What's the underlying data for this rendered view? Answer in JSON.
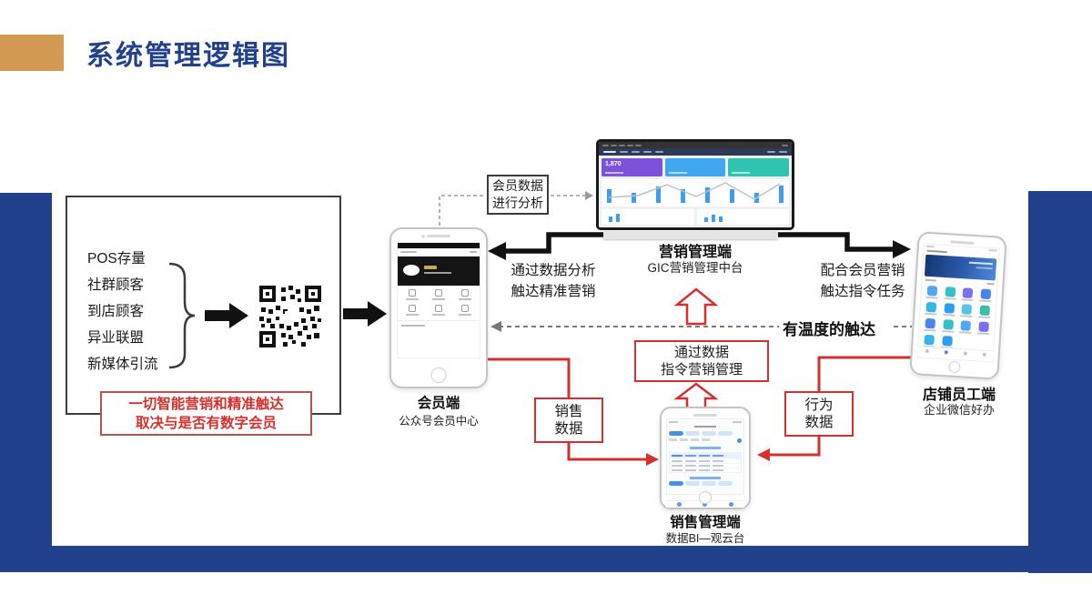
{
  "title": "系统管理逻辑图",
  "colors": {
    "navy": "#21418c",
    "accent_orange": "#d49a53",
    "accent_red": "#d5302e",
    "chart_blue": "#3f9df0"
  },
  "left_panel": {
    "sources": [
      "POS存量",
      "社群顾客",
      "到店顾客",
      "异业联盟",
      "新媒体引流"
    ],
    "note_line1": "一切智能营销和精准触达",
    "note_line2": "取决与是否有数字会员"
  },
  "member": {
    "name": "会员端",
    "subtitle": "公众号会员中心"
  },
  "marketing": {
    "name": "营销管理端",
    "subtitle": "GIC营销管理中台",
    "kpi_value": "1,870",
    "kpi_colors": [
      "#7b52d9",
      "#41a6f0",
      "#2ec4b0"
    ],
    "chart_bars": [
      15,
      11,
      18,
      15,
      17,
      15,
      11,
      19
    ],
    "mini_bars_left": [
      6,
      9
    ],
    "mini_bars_right": [
      5,
      8,
      6
    ]
  },
  "staff": {
    "name": "店铺员工端",
    "subtitle": "企业微信好办",
    "icon_colors": [
      "#52a7f0",
      "#37c0c3",
      "#7b6ff0",
      "#4a84ee",
      "#35b7e8",
      "#2f9ef2",
      "#56c2e8",
      "#3bbfa9",
      "#4a84ee",
      "#37c0c3",
      "#52a7f0",
      "#7b6ff0",
      "#35b7e8",
      "#2f9ef2"
    ]
  },
  "sales": {
    "name": "销售管理端",
    "subtitle": "数据BI—观云台"
  },
  "annotations": {
    "analyze_line1": "会员数据",
    "analyze_line2": "进行分析",
    "reach_line1": "通过数据分析",
    "reach_line2": "触达精准营销",
    "task_line1": "配合会员营销",
    "task_line2": "触达指令任务",
    "warm_touch": "有温度的触达",
    "instruct_line1": "通过数据",
    "instruct_line2": "指令营销管理",
    "sales_data_line1": "销售",
    "sales_data_line2": "数据",
    "behavior_line1": "行为",
    "behavior_line2": "数据"
  }
}
